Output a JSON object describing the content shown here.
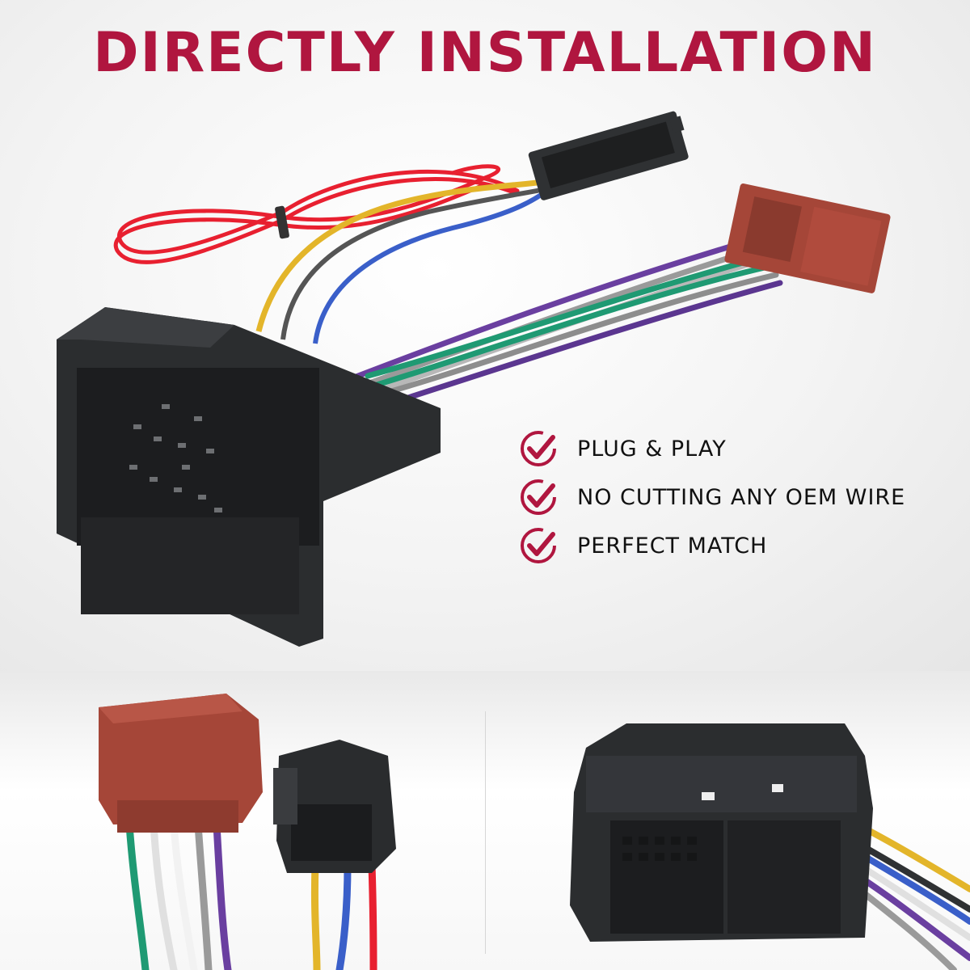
{
  "headline": "DIRECTLY INSTALLATION",
  "features": [
    {
      "label": "PLUG & PLAY",
      "icon": "check-icon"
    },
    {
      "label": "NO CUTTING ANY OEM WIRE",
      "icon": "check-icon"
    },
    {
      "label": "PERFECT MATCH",
      "icon": "check-icon"
    }
  ],
  "colors": {
    "accent": "#b0163f",
    "connector_black": "#2f3133",
    "connector_brown": "#a54638",
    "wire_red": "#e82030",
    "wire_yellow": "#e3b52a",
    "wire_blue": "#3a5fc9",
    "wire_purple": "#6a3fa0",
    "wire_green": "#1f9a73",
    "wire_gray": "#9a9a9a"
  }
}
